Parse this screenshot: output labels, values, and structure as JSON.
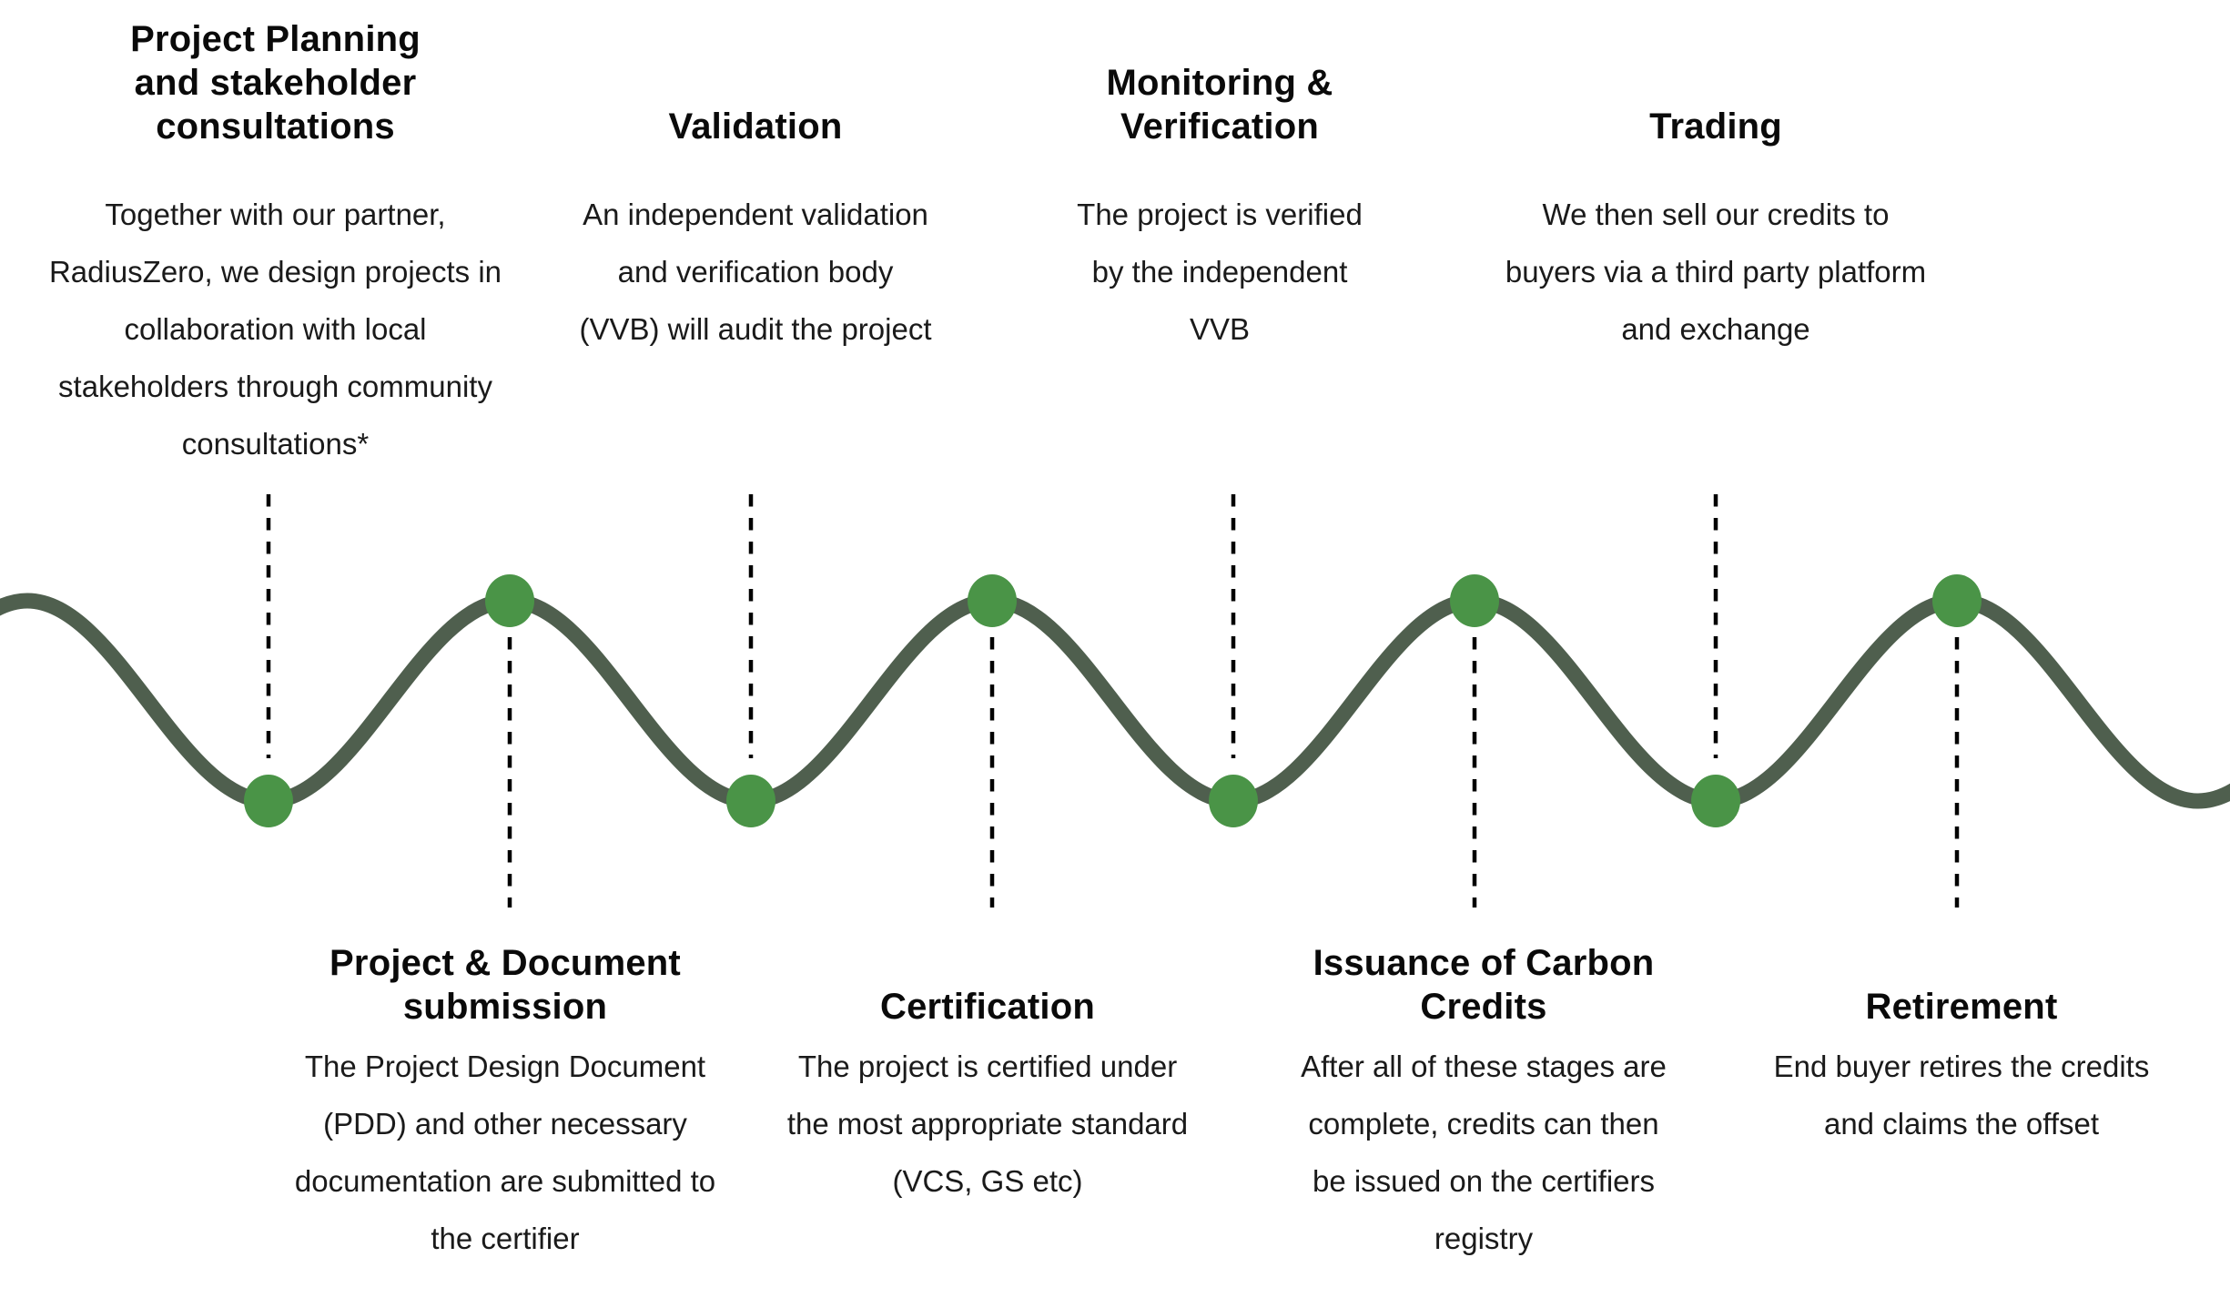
{
  "diagram": {
    "type": "process-timeline",
    "theme": "carbon credit project lifecycle",
    "colors": {
      "wave_stroke": "#4f5f4e",
      "milestone_dot": "#4a9447",
      "connector_dotted": "#000000",
      "title_text": "#0a0a0a",
      "body_text": "#1a1a1a",
      "background": "#ffffff"
    },
    "stages": {
      "top": [
        {
          "title": "Project Planning\nand stakeholder\nconsultations",
          "description": "Together with our partner,\nRadiusZero, we design projects  in\ncollaboration with local\nstakeholders through community\nconsultations*"
        },
        {
          "title": "Validation",
          "description": "An independent validation\nand verification body\n(VVB) will audit the project"
        },
        {
          "title": "Monitoring &\nVerification",
          "description": "The project is verified\nby the independent\nVVB"
        },
        {
          "title": "Trading",
          "description": "We then sell our credits to\nbuyers via a third party platform\nand exchange"
        }
      ],
      "bottom": [
        {
          "title": "Project & Document\nsubmission",
          "description": "The Project Design Document\n(PDD) and other necessary\ndocumentation are submitted to\nthe certifier"
        },
        {
          "title": "Certification",
          "description": "The project is certified under\nthe most appropriate standard\n(VCS, GS etc)"
        },
        {
          "title": "Issuance of Carbon\nCredits",
          "description": "After all of these stages are\ncomplete, credits can then\nbe issued on the certifiers\nregistry"
        },
        {
          "title": "Retirement",
          "description": "End buyer retires the credits\nand claims the offset"
        }
      ]
    }
  }
}
